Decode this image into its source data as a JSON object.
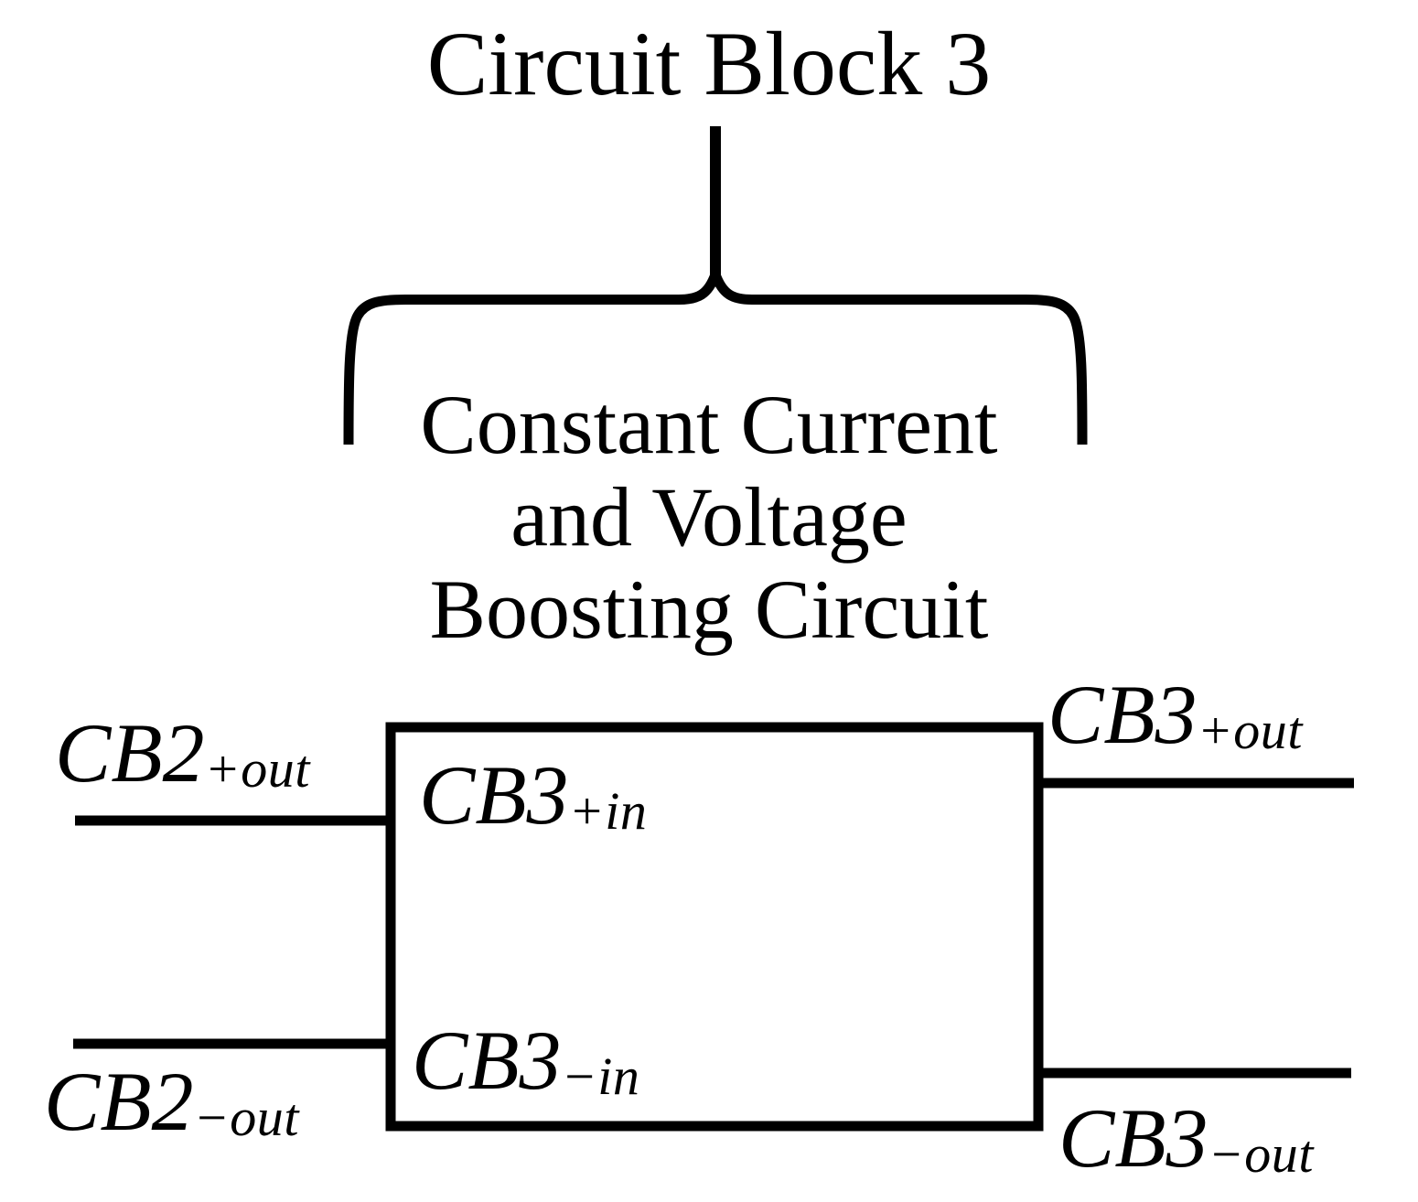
{
  "diagram": {
    "title": "Circuit Block 3",
    "caption_lines": [
      "Constant Current",
      "and Voltage",
      "Boosting Circuit"
    ]
  },
  "ports": {
    "cb2_plus_out": {
      "base": "CB2",
      "sub": "+out"
    },
    "cb2_minus_out": {
      "base": "CB2",
      "sub": "−out"
    },
    "cb3_plus_in": {
      "base": "CB3",
      "sub": "+in"
    },
    "cb3_minus_in": {
      "base": "CB3",
      "sub": "−in"
    },
    "cb3_plus_out": {
      "base": "CB3",
      "sub": "+out"
    },
    "cb3_minus_out": {
      "base": "CB3",
      "sub": "−out"
    }
  },
  "colors": {
    "ink": "#000000",
    "background": "#ffffff"
  }
}
